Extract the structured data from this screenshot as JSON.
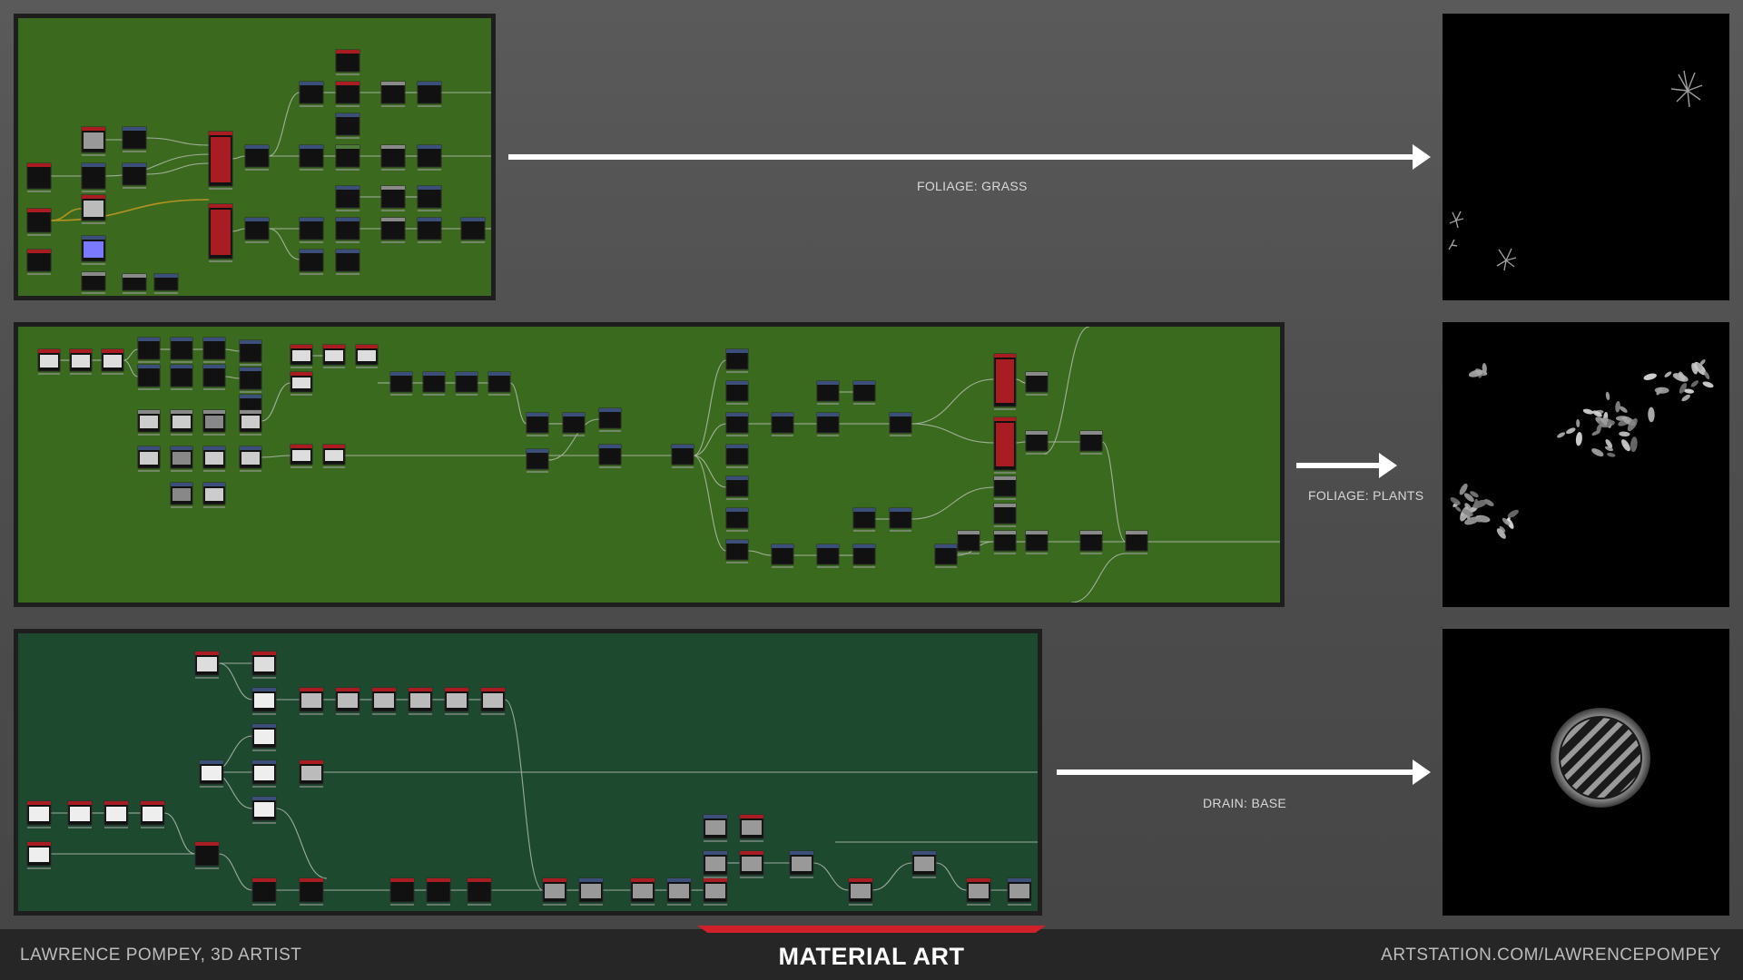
{
  "sections": [
    {
      "id": "grass",
      "caption": "FOLIAGE: GRASS"
    },
    {
      "id": "plants",
      "caption": "FOLIAGE: PLANTS"
    },
    {
      "id": "drain",
      "caption": "DRAIN: BASE"
    }
  ],
  "footer": {
    "artist": "LAWRENCE POMPEY, 3D ARTIST",
    "title": "MATERIAL ART",
    "site": "ARTSTATION.COM/LAWRENCEPOMPEY"
  },
  "colors": {
    "grass_graph_bg": "#3b6a1e",
    "plants_graph_bg": "#3a6a1d",
    "drain_graph_bg": "#1d4a2f",
    "accent_red": "#d0202a",
    "node_header_red": "#a81c22",
    "node_header_blue": "#3b4f7a",
    "node_header_green": "#4f7a3b",
    "node_header_gray": "#8a8a8a"
  },
  "icons": [
    "arrow-right-icon"
  ]
}
